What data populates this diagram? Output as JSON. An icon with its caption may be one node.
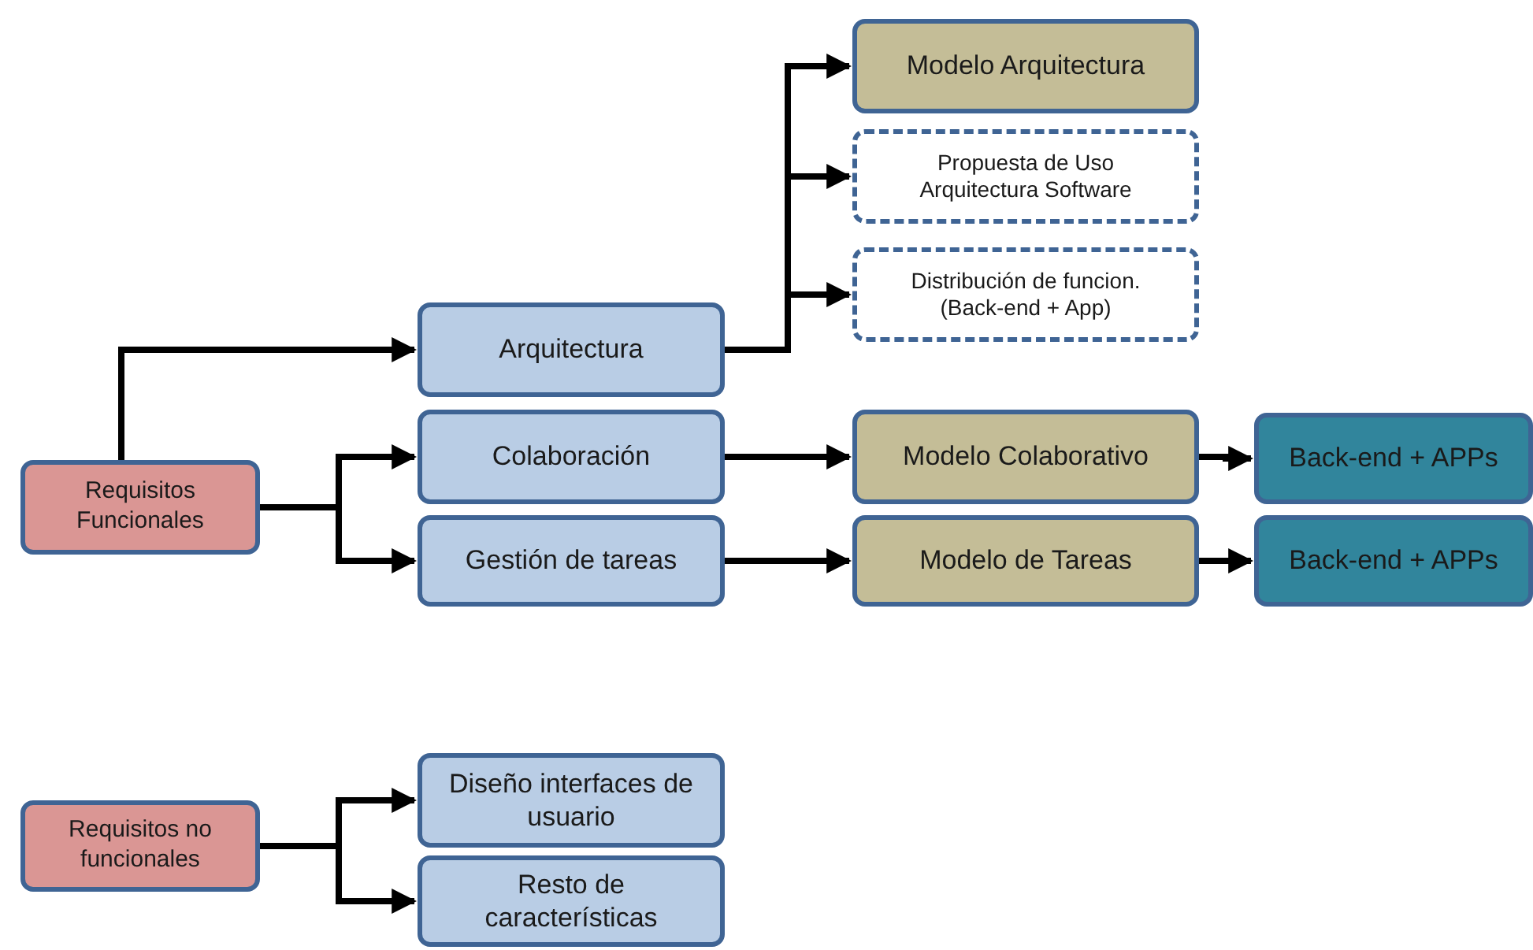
{
  "diagram": {
    "nodes": [
      {
        "text": [
          "Requisitos Funcionales"
        ]
      },
      {
        "text": [
          "Arquitectura"
        ]
      },
      {
        "text": [
          "Colaboración"
        ]
      },
      {
        "text": [
          "Gestión de tareas"
        ]
      },
      {
        "text": [
          "Modelo Arquitectura"
        ]
      },
      {
        "text": [
          "Propuesta de Uso Arquitectura Software"
        ]
      },
      {
        "text": [
          "Distribución de funcion. (Back-end + App)"
        ]
      },
      {
        "text": [
          "Modelo Colaborativo"
        ]
      },
      {
        "text": [
          "Modelo de Tareas"
        ]
      },
      {
        "text": [
          "Back-end + APPs"
        ]
      },
      {
        "text": [
          "Back-end + APPs"
        ]
      },
      {
        "text": [
          "Requisitos no funcionales"
        ]
      },
      {
        "text": [
          "Diseño interfaces de usuario"
        ]
      },
      {
        "text": [
          "Resto de características"
        ]
      }
    ],
    "edges": [
      {
        "from": 0,
        "to": 1,
        "arrow": "to"
      },
      {
        "from": 0,
        "to": 2,
        "arrow": "to"
      },
      {
        "from": 0,
        "to": 3,
        "arrow": "to"
      },
      {
        "from": 1,
        "to": 4,
        "arrow": "to"
      },
      {
        "from": 1,
        "to": 5,
        "arrow": "to"
      },
      {
        "from": 1,
        "to": 6,
        "arrow": "to"
      },
      {
        "from": 2,
        "to": 7,
        "arrow": "to"
      },
      {
        "from": 3,
        "to": 8,
        "arrow": "to"
      },
      {
        "from": 7,
        "to": 9,
        "arrow": "to"
      },
      {
        "from": 8,
        "to": 10,
        "arrow": "to"
      },
      {
        "from": 11,
        "to": 12,
        "arrow": "to"
      },
      {
        "from": 11,
        "to": 13,
        "arrow": "to"
      }
    ]
  }
}
